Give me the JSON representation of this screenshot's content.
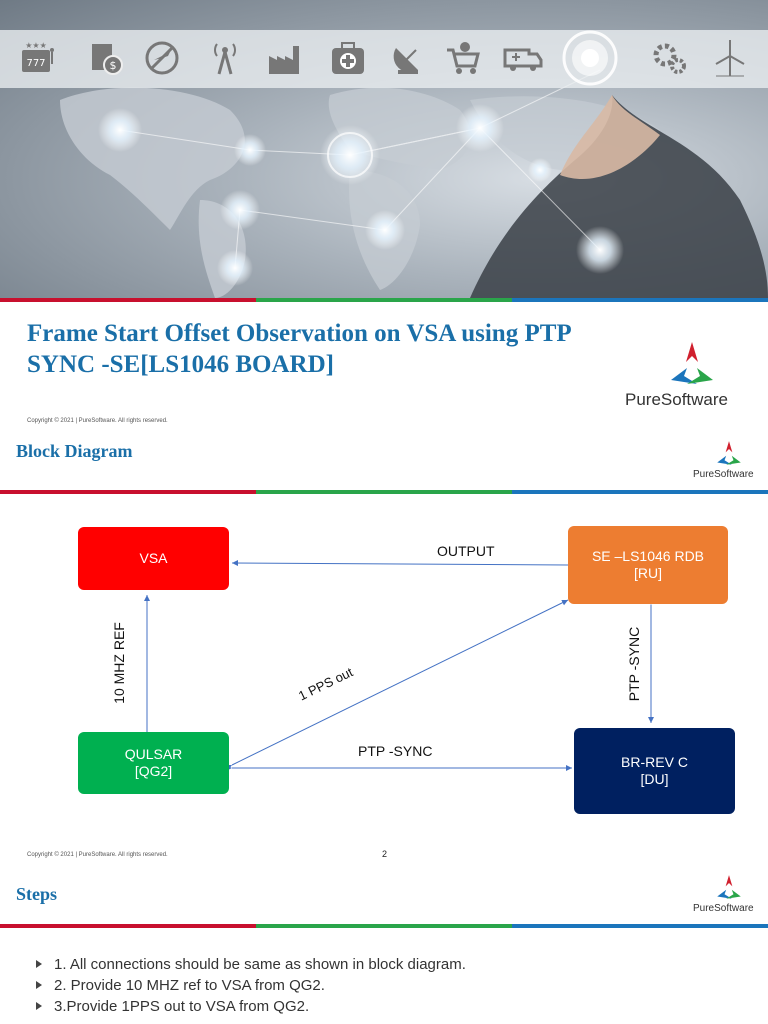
{
  "slide1": {
    "title": "Frame Start Offset Observation on VSA using PTP SYNC -SE[LS1046 BOARD]",
    "copyright": "Copyright © 2021 | PureSoftware. All rights reserved.",
    "logo_text": "PureSoftware",
    "banner_icons": [
      "slot-machine-icon",
      "money-document-icon",
      "no-flight-icon",
      "antenna-icon",
      "factory-icon",
      "medical-kit-icon",
      "satellite-dish-icon",
      "shopping-cart-icon",
      "ambulance-icon",
      "target-icon",
      "gears-icon",
      "wind-turbine-icon"
    ]
  },
  "slide2": {
    "heading": "Block Diagram",
    "logo_text": "PureSoftware",
    "copyright": "Copyright © 2021 | PureSoftware. All rights reserved.",
    "page_number": "2",
    "blocks": {
      "vsa": {
        "label": "VSA",
        "color": "#ff0000"
      },
      "se": {
        "line1": "SE –LS1046 RDB",
        "line2": "[RU]",
        "color": "#ed7d31"
      },
      "qulsar": {
        "line1": "QULSAR",
        "line2": "[QG2]",
        "color": "#00b050"
      },
      "br": {
        "line1": "BR-REV C",
        "line2": "[DU]",
        "color": "#002060"
      }
    },
    "links": {
      "output": "OUTPUT",
      "ref_10mhz": "10 MHZ REF",
      "pps_out": "1 PPS out",
      "ptp_sync_horizontal": "PTP -SYNC",
      "ptp_sync_vertical": "PTP -SYNC"
    },
    "line_color": "#4472c4"
  },
  "slide3": {
    "heading": "Steps",
    "logo_text": "PureSoftware",
    "steps": [
      "1. All connections should be same as shown in block diagram.",
      "2. Provide 10 MHZ ref to VSA from QG2.",
      "3.Provide 1PPS out to VSA from QG2."
    ]
  },
  "colors": {
    "accent_red": "#c8102e",
    "accent_green": "#2aa54a",
    "accent_blue": "#1b75bc",
    "title_blue": "#1a6fa8"
  }
}
